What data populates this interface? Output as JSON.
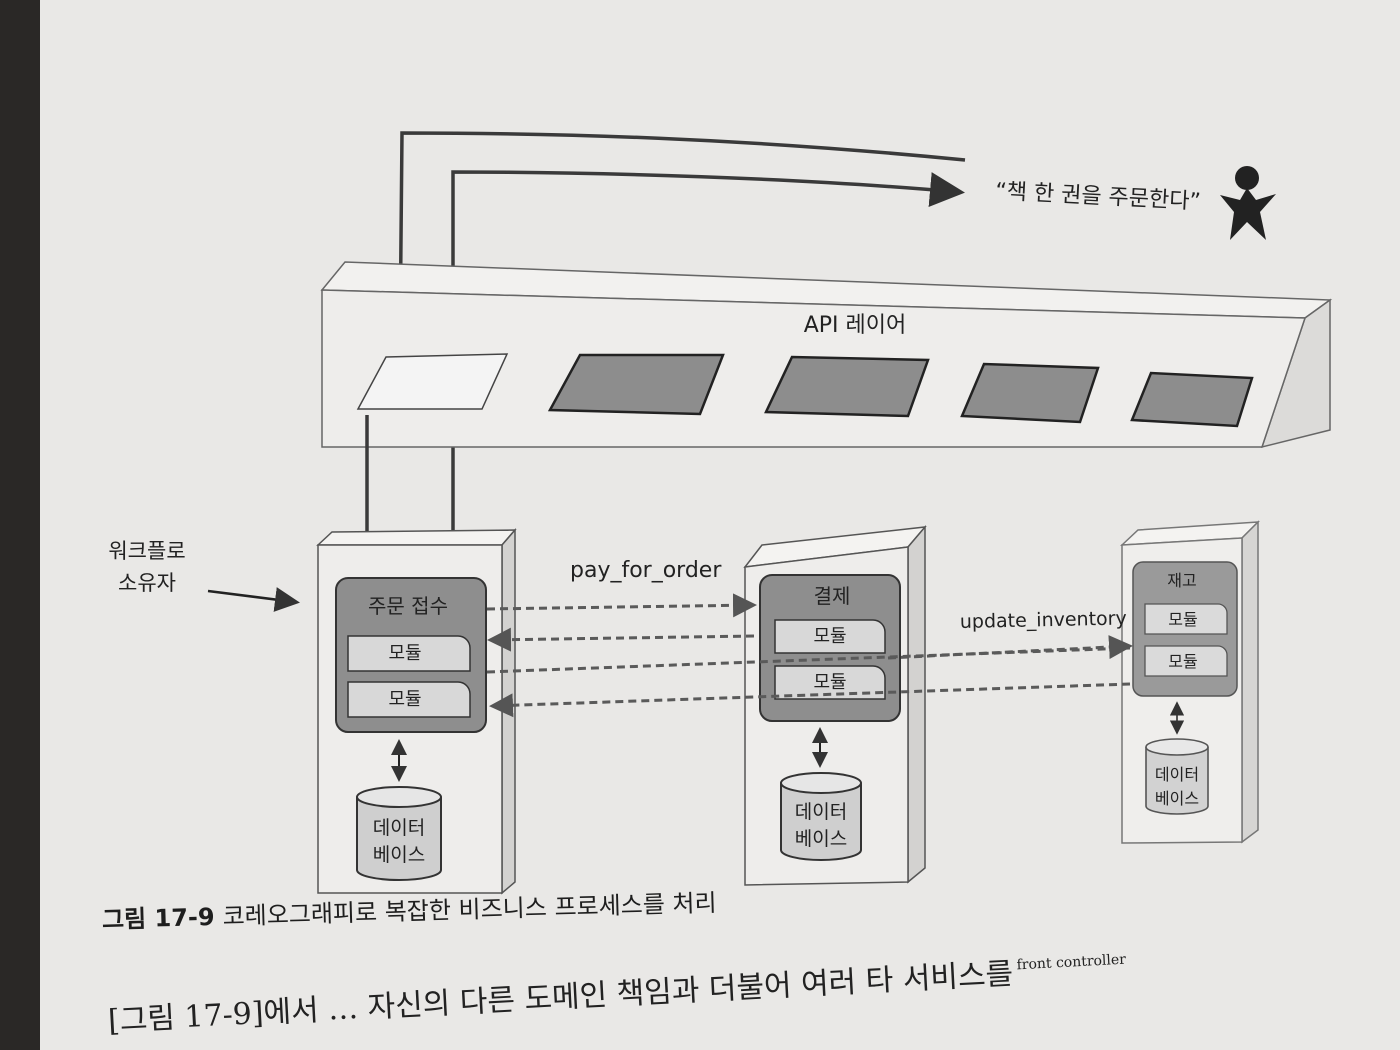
{
  "diagram": {
    "quote": "“책 한 권을 주문한다”",
    "api_layer": "API 레이어",
    "workflow_owner": [
      "워크플로",
      "소유자"
    ],
    "order_service": {
      "title": "주문 접수",
      "modules": [
        "모듈",
        "모듈"
      ],
      "database": [
        "데이터",
        "베이스"
      ]
    },
    "payment_service": {
      "title": "결제",
      "modules": [
        "모듈",
        "모듈"
      ],
      "database": [
        "데이터",
        "베이스"
      ]
    },
    "inventory_service": {
      "title": "재고",
      "modules": [
        "모듈",
        "모듈"
      ],
      "database": [
        "데이터",
        "베이스"
      ]
    },
    "message_pay": "pay_for_order",
    "message_inventory": "update_inventory"
  },
  "caption": {
    "number": "그림 17-9",
    "text": "코레오그래피로 복잡한 비즈니스 프로세스를 처리"
  },
  "body_text": {
    "line": "[그림 17-9]에서 … 자신의 다른 도메인 책임과 더불어 여러 타 서비스를",
    "note": "front controller"
  }
}
